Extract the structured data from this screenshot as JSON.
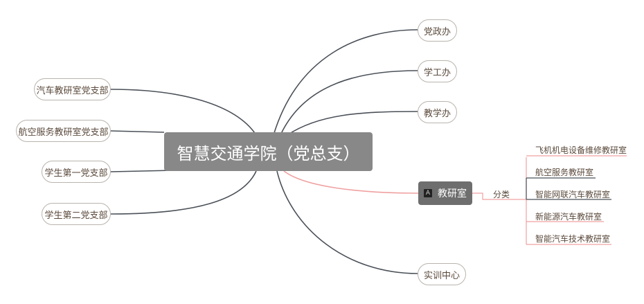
{
  "root": {
    "label": "智慧交通学院（党总支）"
  },
  "right_branches": [
    "党政办",
    "学工办",
    "教学办",
    "实训中心"
  ],
  "left_branches": [
    "汽车教研室党支部",
    "航空服务教研室党支部",
    "学生第一党支部",
    "学生第二党支部"
  ],
  "teaching": {
    "label": "教研室",
    "icon": "A",
    "category": "分类",
    "children": [
      "飞机机电设备维修教研室",
      "航空服务教研室",
      "智能网联汽车教研室",
      "新能源汽车教研室",
      "智能汽车技术教研室"
    ]
  },
  "colors": {
    "line": "#4a5058",
    "accent": "#f0a0a0",
    "root": "#888888"
  }
}
